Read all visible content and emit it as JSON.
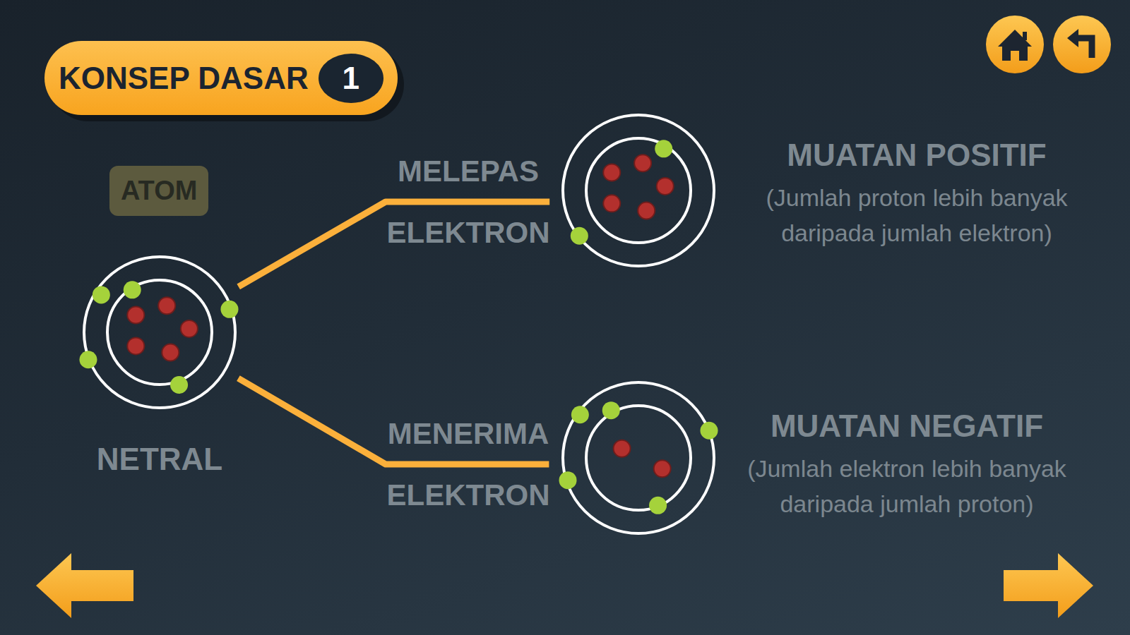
{
  "diagram": {
    "nodes": [
      {
        "text": [
          "KONSEP DASAR"
        ]
      },
      {
        "text": [
          "1"
        ],
        "in": 0
      },
      {
        "text": [
          "ATOM"
        ]
      },
      {
        "text": [
          "NETRAL"
        ]
      },
      {
        "text": [
          "MUATAN POSITIF",
          "(Jumlah proton lebih banyak daripada jumlah elektron)"
        ]
      },
      {
        "text": [
          "MUATAN NEGATIF",
          "(Jumlah elektron lebih banyak daripada jumlah proton)"
        ]
      }
    ],
    "edges": [
      {
        "from": 3,
        "to": 4,
        "arrow": "none",
        "label": "MELEPAS ELEKTRON"
      },
      {
        "from": 3,
        "to": 5,
        "arrow": "none",
        "label": "MENERIMA ELEKTRON"
      }
    ]
  }
}
